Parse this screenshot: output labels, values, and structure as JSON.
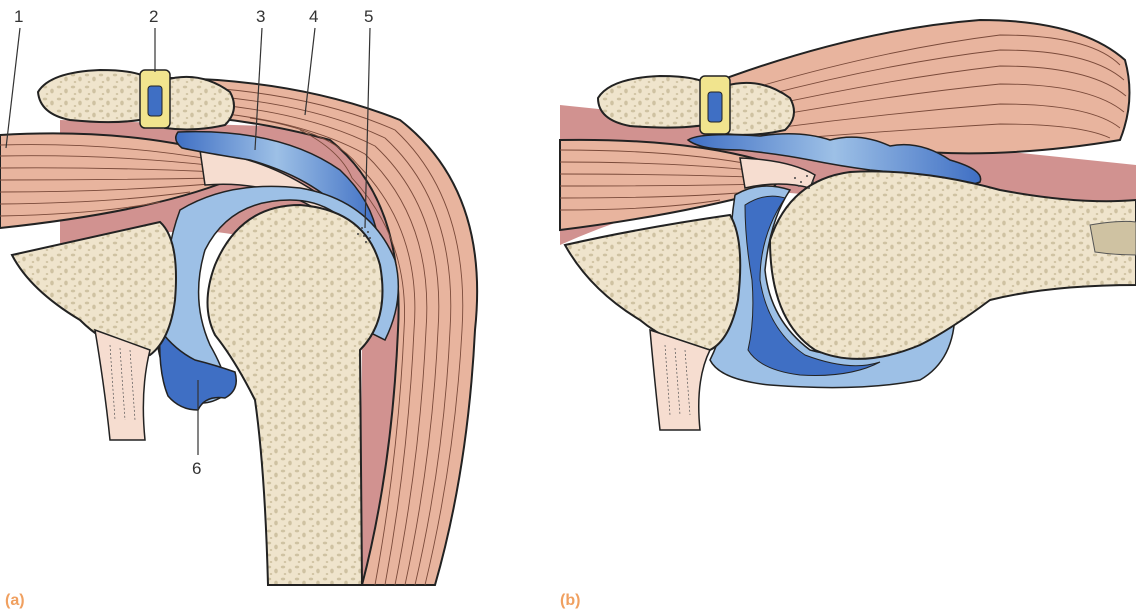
{
  "figure": {
    "callouts": [
      "1",
      "2",
      "3",
      "4",
      "5",
      "6"
    ],
    "panel_a_label": "(a)",
    "panel_b_label": "(b)"
  },
  "colors": {
    "muscle": "#e8b49e",
    "muscle_line": "#7a4a3a",
    "muscle_deep": "#c97f7c",
    "bone": "#efe4cc",
    "bone_outline": "#222222",
    "bone_pore": "#cfc2a2",
    "cartilage": "#cfe8f4",
    "bursa": "#3f6fc4",
    "bursa_light": "#9dc0e6",
    "ligament": "#f6ddd0",
    "disc": "#f1e48e",
    "label_accent": "#f0a060",
    "text": "#333333"
  }
}
